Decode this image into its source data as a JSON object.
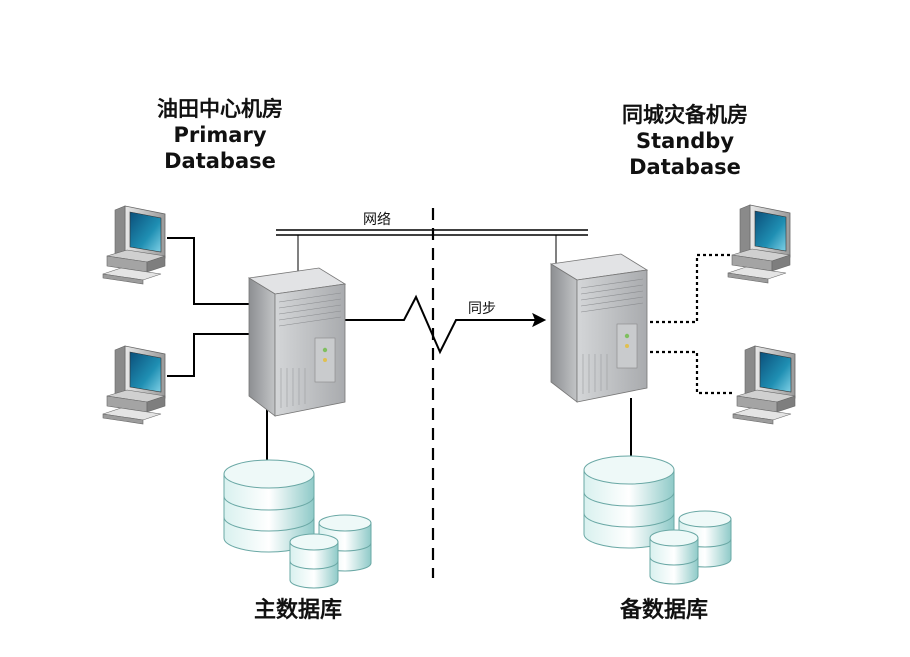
{
  "primary": {
    "title_cn": "油田中心机房",
    "title_en_1": "Primary",
    "title_en_2": "Database",
    "db_label": "主数据库"
  },
  "standby": {
    "title_cn": "同城灾备机房",
    "title_en_1": "Standby",
    "title_en_2": "Database",
    "db_label": "备数据库"
  },
  "links": {
    "network_label": "网络",
    "sync_label": "同步"
  },
  "icons": {
    "workstation": "workstation-icon",
    "server": "server-tower-icon",
    "database": "database-cylinder-icon"
  },
  "colors": {
    "line": "#000000",
    "screen": "#1f8fb3",
    "server_body": "#b8babc",
    "db_teal": "#bfe6e4"
  }
}
